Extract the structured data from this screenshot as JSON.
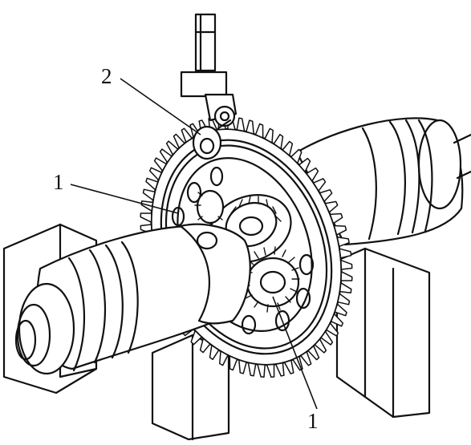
{
  "figure": {
    "callouts": [
      {
        "id": "2",
        "text": "2"
      },
      {
        "id": "1-upper",
        "text": "1"
      },
      {
        "id": "1-lower",
        "text": "1"
      }
    ]
  }
}
